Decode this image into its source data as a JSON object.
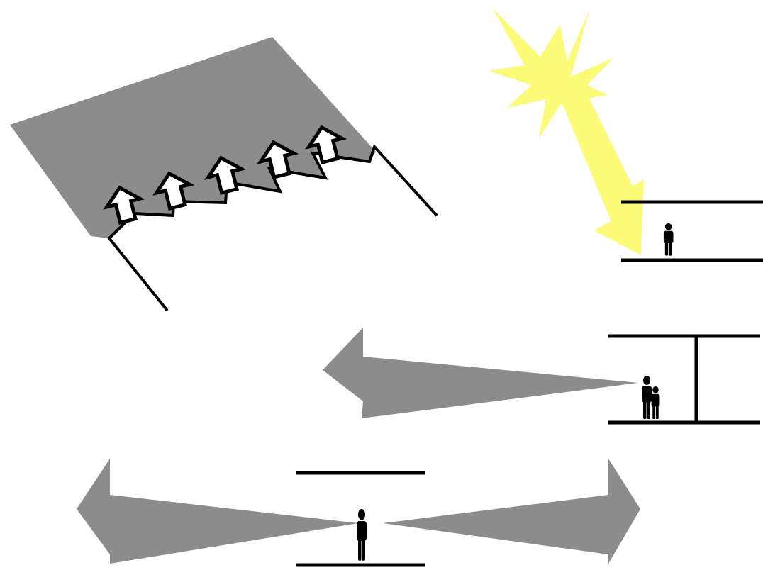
{
  "colors": {
    "background": "#ffffff",
    "roof_gray": "#8c8c8c",
    "sun_yellow": "#fbfb77",
    "line_black": "#000000",
    "small_arrow_fill": "#ffffff"
  },
  "figures": {
    "roof_panel": {
      "icon": "tilted-roof-with-upward-arrows",
      "upward_arrow_count": 5
    },
    "sun": {
      "icon": "sun-icon"
    },
    "floor_top": {
      "people": 1
    },
    "floor_middle": {
      "people": 2
    },
    "floor_bottom": {
      "people": 1
    }
  }
}
